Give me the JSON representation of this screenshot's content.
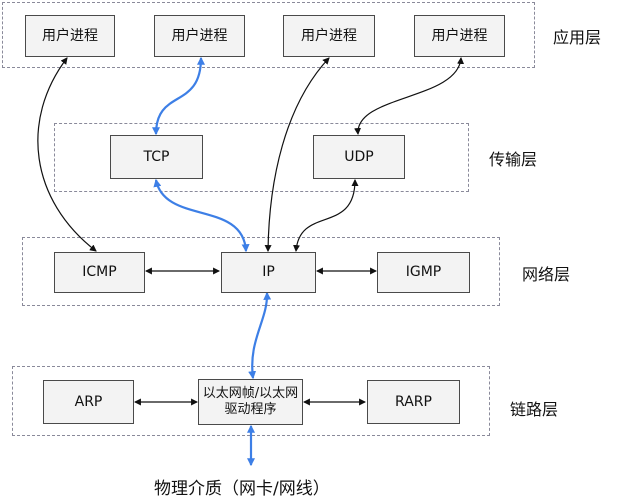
{
  "layers": {
    "application": "应用层",
    "transport": "传输层",
    "network": "网络层",
    "link": "链路层"
  },
  "application": {
    "processes": [
      "用户进程",
      "用户进程",
      "用户进程",
      "用户进程"
    ]
  },
  "transport": {
    "tcp": "TCP",
    "udp": "UDP"
  },
  "network": {
    "icmp": "ICMP",
    "ip": "IP",
    "igmp": "IGMP"
  },
  "link": {
    "arp": "ARP",
    "driver_line1": "以太网帧/以太网",
    "driver_line2": "驱动程序",
    "rarp": "RARP"
  },
  "physical": {
    "label": "物理介质（网卡/网线）"
  },
  "colors": {
    "accent": "#3d7fe6",
    "line": "#111111",
    "box_fill": "#f3f3f3",
    "dash": "#8a8a9a"
  }
}
